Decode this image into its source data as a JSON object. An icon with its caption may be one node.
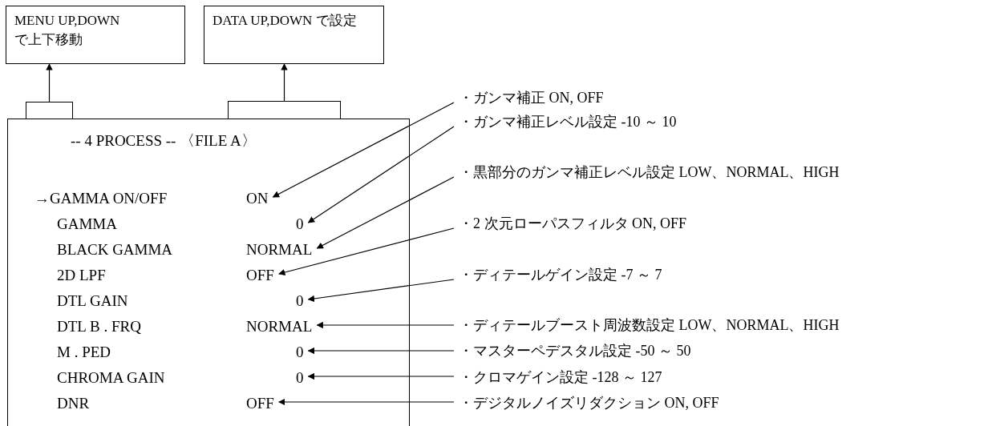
{
  "diagram": {
    "nodes": [
      {
        "text": [
          "MENU UP,DOWN で上下移動"
        ]
      },
      {
        "text": [
          "DATA UP,DOWN で設定"
        ]
      },
      {
        "text": [],
        "shape": "box"
      },
      {
        "text": [],
        "shape": "box"
      },
      {
        "text": [
          "-- 4 PROCESS -- 〈FILE A〉"
        ]
      },
      {
        "text": [
          "ON"
        ],
        "in": 4
      },
      {
        "text": [
          "0"
        ],
        "in": 4
      },
      {
        "text": [
          "NORMAL"
        ],
        "in": 4
      },
      {
        "text": [
          "OFF"
        ],
        "in": 4
      },
      {
        "text": [
          "0"
        ],
        "in": 4
      },
      {
        "text": [
          "NORMAL"
        ],
        "in": 4
      },
      {
        "text": [
          "0"
        ],
        "in": 4
      },
      {
        "text": [
          "0"
        ],
        "in": 4
      },
      {
        "text": [
          "OFF"
        ],
        "in": 4
      },
      {
        "text": [
          "・ガンマ補正 ON, OFF"
        ]
      },
      {
        "text": [
          "・ガンマ補正レベル設定 -10 ～ 10"
        ]
      },
      {
        "text": [
          "・黒部分のガンマ補正レベル設定 LOW、NORMAL、HIGH"
        ]
      },
      {
        "text": [
          "・2 次元ローパスフィルタ ON, OFF"
        ]
      },
      {
        "text": [
          "・ディテールゲイン設定 -7 ～ 7"
        ]
      },
      {
        "text": [
          "・ディテールブースト周波数設定 LOW、NORMAL、HIGH"
        ]
      },
      {
        "text": [
          "・マスターペデスタル設定 -50 ～ 50"
        ]
      },
      {
        "text": [
          "・クロマゲイン設定 -128 ～ 127"
        ]
      },
      {
        "text": [
          "・デジタルノイズリダクション ON, OFF"
        ]
      }
    ],
    "edges": [
      {
        "from": 2,
        "to": 0,
        "arrow": "to"
      },
      {
        "from": 3,
        "to": 1,
        "arrow": "to"
      },
      {
        "from": 14,
        "to": 5,
        "arrow": "to"
      },
      {
        "from": 15,
        "to": 6,
        "arrow": "to"
      },
      {
        "from": 16,
        "to": 7,
        "arrow": "to"
      },
      {
        "from": 17,
        "to": 8,
        "arrow": "to"
      },
      {
        "from": 18,
        "to": 9,
        "arrow": "to"
      },
      {
        "from": 19,
        "to": 10,
        "arrow": "to"
      },
      {
        "from": 20,
        "to": 11,
        "arrow": "to"
      },
      {
        "from": 21,
        "to": 12,
        "arrow": "to"
      },
      {
        "from": 22,
        "to": 13,
        "arrow": "to"
      }
    ],
    "labels": [
      "→GAMMA ON/OFF",
      "GAMMA",
      "BLACK GAMMA",
      "2D LPF",
      "DTL GAIN",
      "DTL B . FRQ",
      "M . PED",
      "CHROMA GAIN",
      "DNR"
    ]
  }
}
